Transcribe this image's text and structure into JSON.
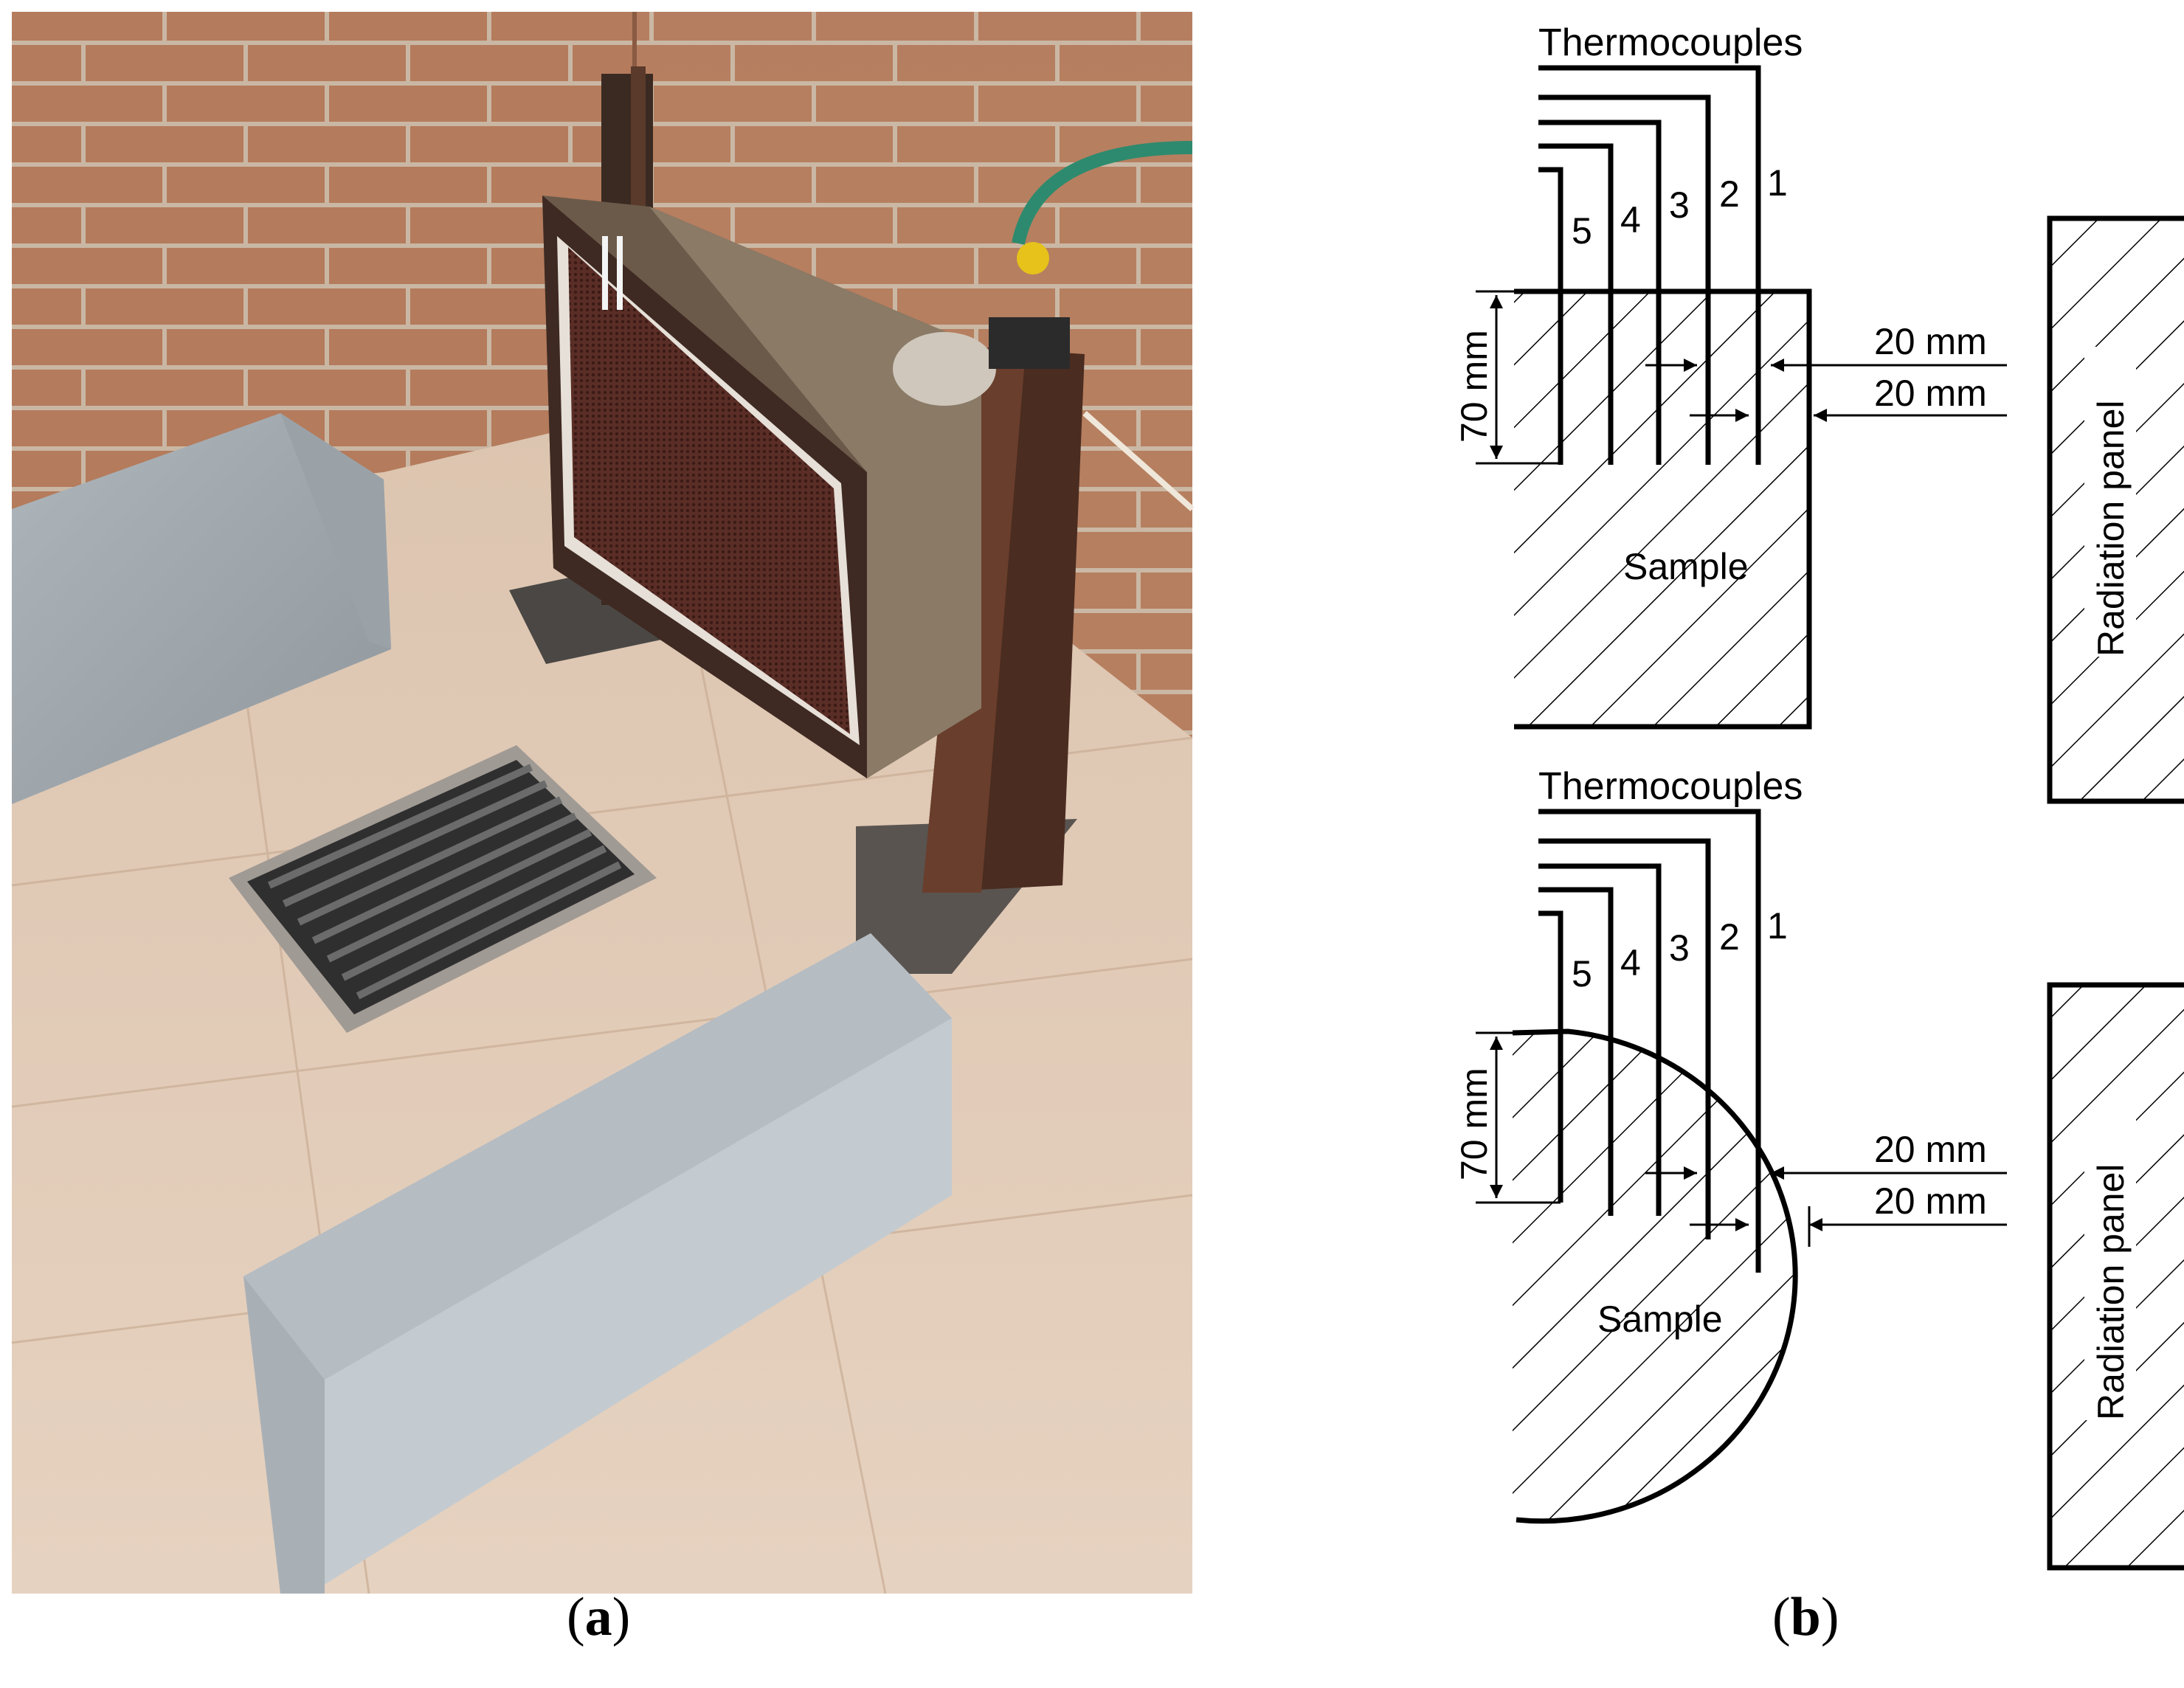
{
  "figure": {
    "panel_a": {
      "caption_letter": "a"
    },
    "panel_b": {
      "caption_letter": "b",
      "top": {
        "thermocouples_label": "Thermocouples",
        "thermocouple_numbers": [
          "1",
          "2",
          "3",
          "4",
          "5"
        ],
        "depth_label": "70 mm",
        "spacing_label_1": "20 mm",
        "spacing_label_2": "20 mm",
        "sample_label": "Sample",
        "panel_label": "Radiation panel"
      },
      "bottom": {
        "thermocouples_label": "Thermocouples",
        "thermocouple_numbers": [
          "1",
          "2",
          "3",
          "4",
          "5"
        ],
        "depth_label": "70 mm",
        "spacing_label_1": "20 mm",
        "spacing_label_2": "20 mm",
        "sample_label": "Sample",
        "panel_label": "Radiation panel"
      }
    }
  }
}
